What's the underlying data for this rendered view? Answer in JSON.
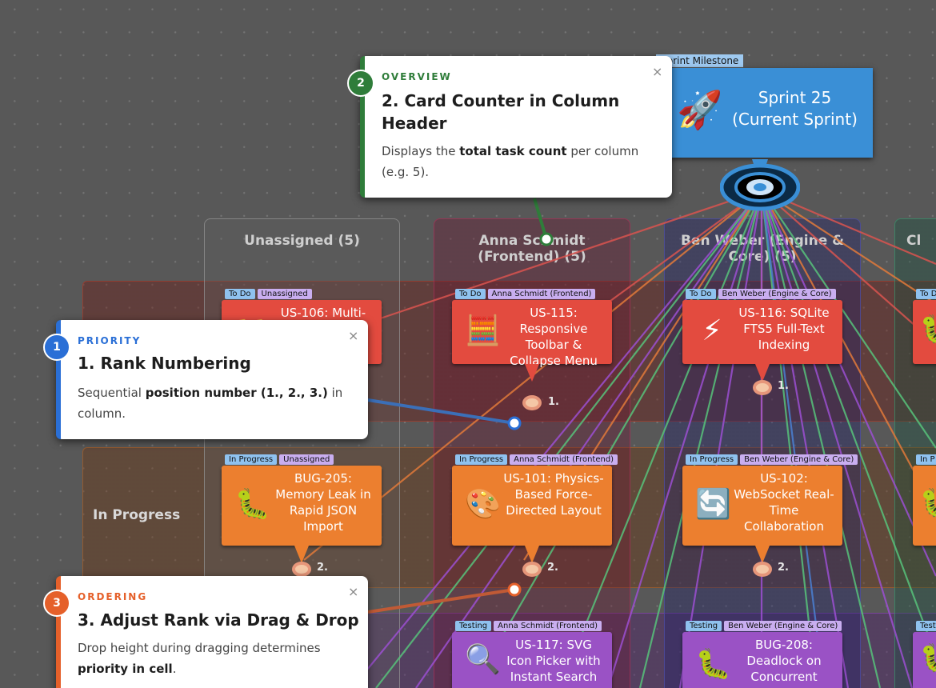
{
  "milestone": {
    "tag": "Sprint Milestone",
    "title": "Sprint 25 (Current Sprint)",
    "icon": "rocket-icon"
  },
  "columns": [
    {
      "title": "Unassigned (5)"
    },
    {
      "title": "Anna Schmidt (Frontend) (5)"
    },
    {
      "title": "Ben Weber (Engine & Core) (5)"
    },
    {
      "title": "Cl"
    }
  ],
  "lanes": {
    "todo": "",
    "in_progress": "In Progress",
    "testing": ""
  },
  "cards": [
    {
      "status": "To Do",
      "assignee": "Unassigned",
      "title": "US-106: Multi-",
      "icon": "folder-icon"
    },
    {
      "status": "To Do",
      "assignee": "Anna Schmidt (Frontend)",
      "title": "US-115: Responsive Toolbar & Collapse Menu",
      "icon": "calculator-icon",
      "rank": "1."
    },
    {
      "status": "To Do",
      "assignee": "Ben Weber (Engine & Core)",
      "title": "US-116: SQLite FTS5 Full-Text Indexing",
      "icon": "lightning-icon",
      "rank": "1."
    },
    {
      "status": "To D",
      "icon": "bug-icon"
    },
    {
      "status": "In Progress",
      "assignee": "Unassigned",
      "title": "BUG-205: Memory Leak in Rapid JSON Import",
      "icon": "bug-icon",
      "rank": "2."
    },
    {
      "status": "In Progress",
      "assignee": "Anna Schmidt (Frontend)",
      "title": "US-101: Physics-Based Force-Directed Layout",
      "icon": "palette-icon",
      "rank": "2."
    },
    {
      "status": "In Progress",
      "assignee": "Ben Weber (Engine & Core)",
      "title": "US-102: WebSocket Real-Time Collaboration",
      "icon": "sync-icon",
      "rank": "2."
    },
    {
      "status": "In P",
      "icon": "bug-icon"
    },
    {
      "status": "Testing",
      "assignee": "Anna Schmidt (Frontend)",
      "title": "US-117: SVG Icon Picker with Instant Search",
      "icon": "magnifier-icon"
    },
    {
      "status": "Testing",
      "assignee": "Ben Weber (Engine & Core)",
      "title": "BUG-208: Deadlock on Concurrent",
      "icon": "bug-icon"
    },
    {
      "status": "Test",
      "icon": "bug-icon"
    }
  ],
  "tips": [
    {
      "num": "1",
      "kicker": "PRIORITY",
      "title": "1. Rank Numbering",
      "body_pre": "Sequential ",
      "body_bold": "position number (1., 2., 3.)",
      "body_post": " in column.",
      "close": "×"
    },
    {
      "num": "2",
      "kicker": "OVERVIEW",
      "title": "2. Card Counter in Column Header",
      "body_pre": "Displays the ",
      "body_bold": "total task count",
      "body_post": " per column (e.g. 5).",
      "close": "×"
    },
    {
      "num": "3",
      "kicker": "ORDERING",
      "title": "3. Adjust Rank via Drag & Drop",
      "body_pre": "Drop height during dragging determines ",
      "body_bold": "priority in cell",
      "body_post": ".",
      "close": "×"
    }
  ],
  "colors": {
    "priority": "#2a6fd6",
    "overview": "#2f7d3a",
    "ordering": "#e5602a",
    "milestone": "#3a8fd6"
  }
}
